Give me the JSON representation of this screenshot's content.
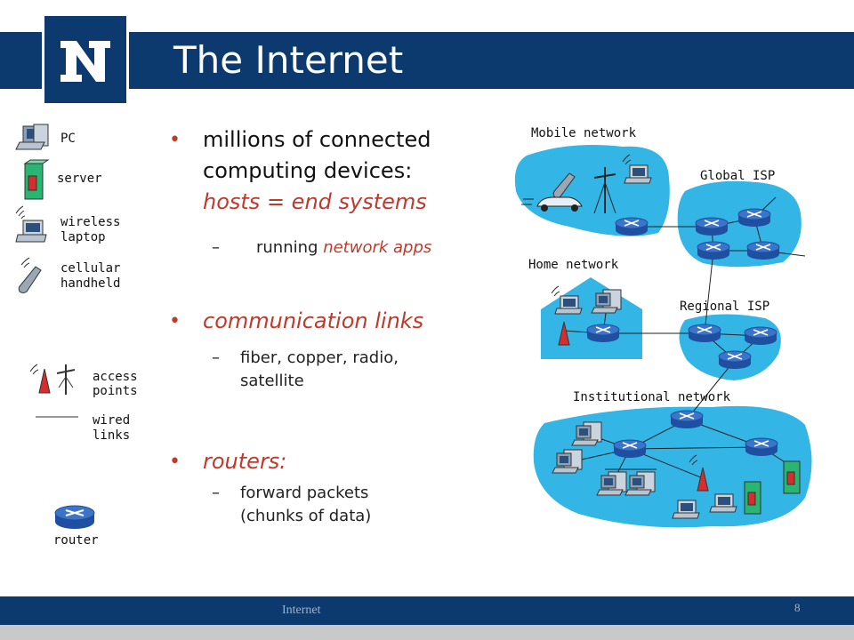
{
  "slide": {
    "title": "The Internet",
    "footer_label": "Internet",
    "page_number": "8"
  },
  "legend": {
    "pc": "PC",
    "server": "server",
    "wireless_laptop": [
      "wireless",
      "laptop"
    ],
    "cellular_handheld": [
      "cellular",
      "handheld"
    ],
    "access_points": [
      "access",
      "points"
    ],
    "wired_links": [
      "wired",
      "links"
    ],
    "router": "router"
  },
  "bullets": {
    "item1": {
      "line1": "millions of connected",
      "line2": "computing devices:",
      "line3": "hosts = end systems"
    },
    "item1_sub": {
      "prefix": "running ",
      "emphasis": "network apps"
    },
    "item2": "communication  links",
    "item2_sub": {
      "line1": "fiber, copper, radio,",
      "line2": "satellite"
    },
    "item3": "routers:",
    "item3_sub": {
      "line1": "forward packets",
      "line2": "(chunks of data)"
    }
  },
  "diagram": {
    "mobile_network": "Mobile network",
    "global_isp": "Global ISP",
    "home_network": "Home network",
    "regional_isp": "Regional ISP",
    "institutional_network": "Institutional network"
  },
  "colors": {
    "brand_blue": "#0c3a6e",
    "accent_red": "#c0392b",
    "network_blue": "#33b5e5",
    "router_blue": "#1e4fa0"
  }
}
